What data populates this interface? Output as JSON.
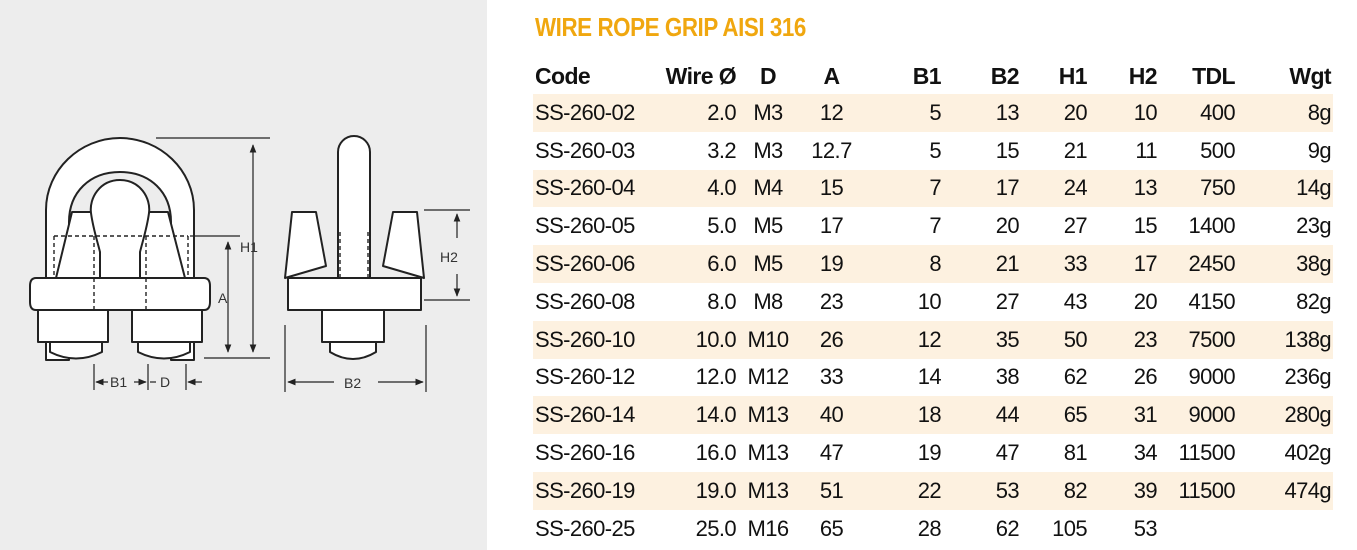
{
  "diagram": {
    "labels": {
      "h1": "H1",
      "a": "A",
      "b1": "B1",
      "d": "D",
      "h2": "H2",
      "b2": "B2"
    }
  },
  "title": "WIRE ROPE GRIP AISI 316",
  "table": {
    "headers": {
      "code": "Code",
      "wire": "Wire Ø",
      "d": "D",
      "a": "A",
      "b1": "B1",
      "b2": "B2",
      "h1": "H1",
      "h2": "H2",
      "tdl": "TDL",
      "wgt": "Wgt"
    },
    "rows": [
      {
        "code": "SS-260-02",
        "wire": "2.0",
        "d": "M3",
        "a": "12",
        "b1": "5",
        "b2": "13",
        "h1": "20",
        "h2": "10",
        "tdl": "400",
        "wgt": "8g"
      },
      {
        "code": "SS-260-03",
        "wire": "3.2",
        "d": "M3",
        "a": "12.7",
        "b1": "5",
        "b2": "15",
        "h1": "21",
        "h2": "11",
        "tdl": "500",
        "wgt": "9g"
      },
      {
        "code": "SS-260-04",
        "wire": "4.0",
        "d": "M4",
        "a": "15",
        "b1": "7",
        "b2": "17",
        "h1": "24",
        "h2": "13",
        "tdl": "750",
        "wgt": "14g"
      },
      {
        "code": "SS-260-05",
        "wire": "5.0",
        "d": "M5",
        "a": "17",
        "b1": "7",
        "b2": "20",
        "h1": "27",
        "h2": "15",
        "tdl": "1400",
        "wgt": "23g"
      },
      {
        "code": "SS-260-06",
        "wire": "6.0",
        "d": "M5",
        "a": "19",
        "b1": "8",
        "b2": "21",
        "h1": "33",
        "h2": "17",
        "tdl": "2450",
        "wgt": "38g"
      },
      {
        "code": "SS-260-08",
        "wire": "8.0",
        "d": "M8",
        "a": "23",
        "b1": "10",
        "b2": "27",
        "h1": "43",
        "h2": "20",
        "tdl": "4150",
        "wgt": "82g"
      },
      {
        "code": "SS-260-10",
        "wire": "10.0",
        "d": "M10",
        "a": "26",
        "b1": "12",
        "b2": "35",
        "h1": "50",
        "h2": "23",
        "tdl": "7500",
        "wgt": "138g"
      },
      {
        "code": "SS-260-12",
        "wire": "12.0",
        "d": "M12",
        "a": "33",
        "b1": "14",
        "b2": "38",
        "h1": "62",
        "h2": "26",
        "tdl": "9000",
        "wgt": "236g"
      },
      {
        "code": "SS-260-14",
        "wire": "14.0",
        "d": "M13",
        "a": "40",
        "b1": "18",
        "b2": "44",
        "h1": "65",
        "h2": "31",
        "tdl": "9000",
        "wgt": "280g"
      },
      {
        "code": "SS-260-16",
        "wire": "16.0",
        "d": "M13",
        "a": "47",
        "b1": "19",
        "b2": "47",
        "h1": "81",
        "h2": "34",
        "tdl": "11500",
        "wgt": "402g"
      },
      {
        "code": "SS-260-19",
        "wire": "19.0",
        "d": "M13",
        "a": "51",
        "b1": "22",
        "b2": "53",
        "h1": "82",
        "h2": "39",
        "tdl": "11500",
        "wgt": "474g"
      },
      {
        "code": "SS-260-25",
        "wire": "25.0",
        "d": "M16",
        "a": "65",
        "b1": "28",
        "b2": "62",
        "h1": "105",
        "h2": "53",
        "tdl": "",
        "wgt": ""
      }
    ]
  }
}
